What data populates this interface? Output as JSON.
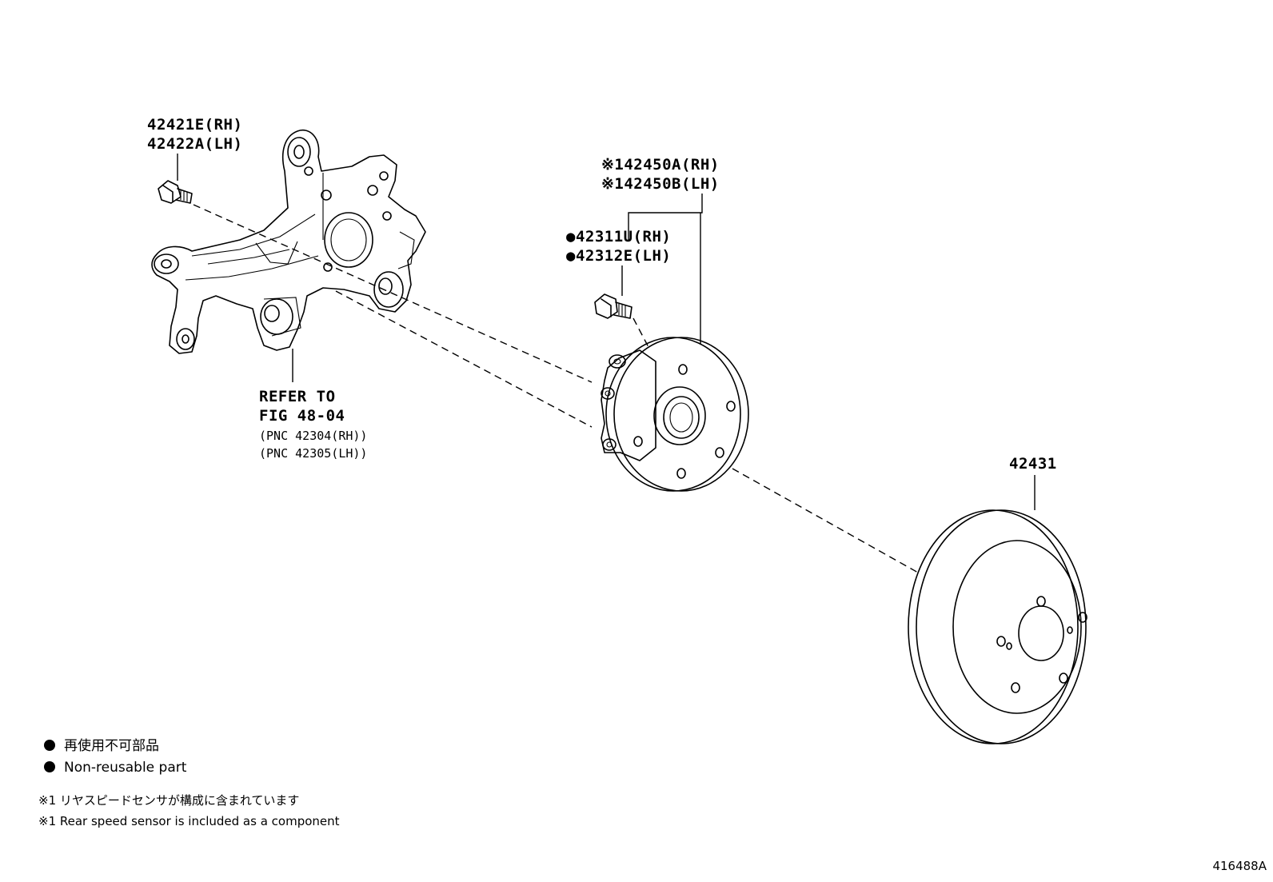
{
  "parts": {
    "bolt_knuckle": {
      "line1": "42421E(RH)",
      "line2": "42422A(LH)"
    },
    "hub_assembly": {
      "line1": "※142450A(RH)",
      "line2": "※142450B(LH)"
    },
    "hub_bolt": {
      "line1": "●42311U(RH)",
      "line2": "●42312E(LH)"
    },
    "disc": {
      "label": "42431"
    }
  },
  "refer": {
    "line1": "REFER TO",
    "line2": "FIG 48-04",
    "line3": "(PNC 42304(RH))",
    "line4": "(PNC 42305(LH))"
  },
  "legend": {
    "nonreusable_jp": "再使用不可部品",
    "nonreusable_en": "Non-reusable part",
    "note1_jp": "※1 リヤスピードセンサが構成に含まれています",
    "note1_en": "※1 Rear speed sensor is included as a component"
  },
  "figure_id": "416488A"
}
